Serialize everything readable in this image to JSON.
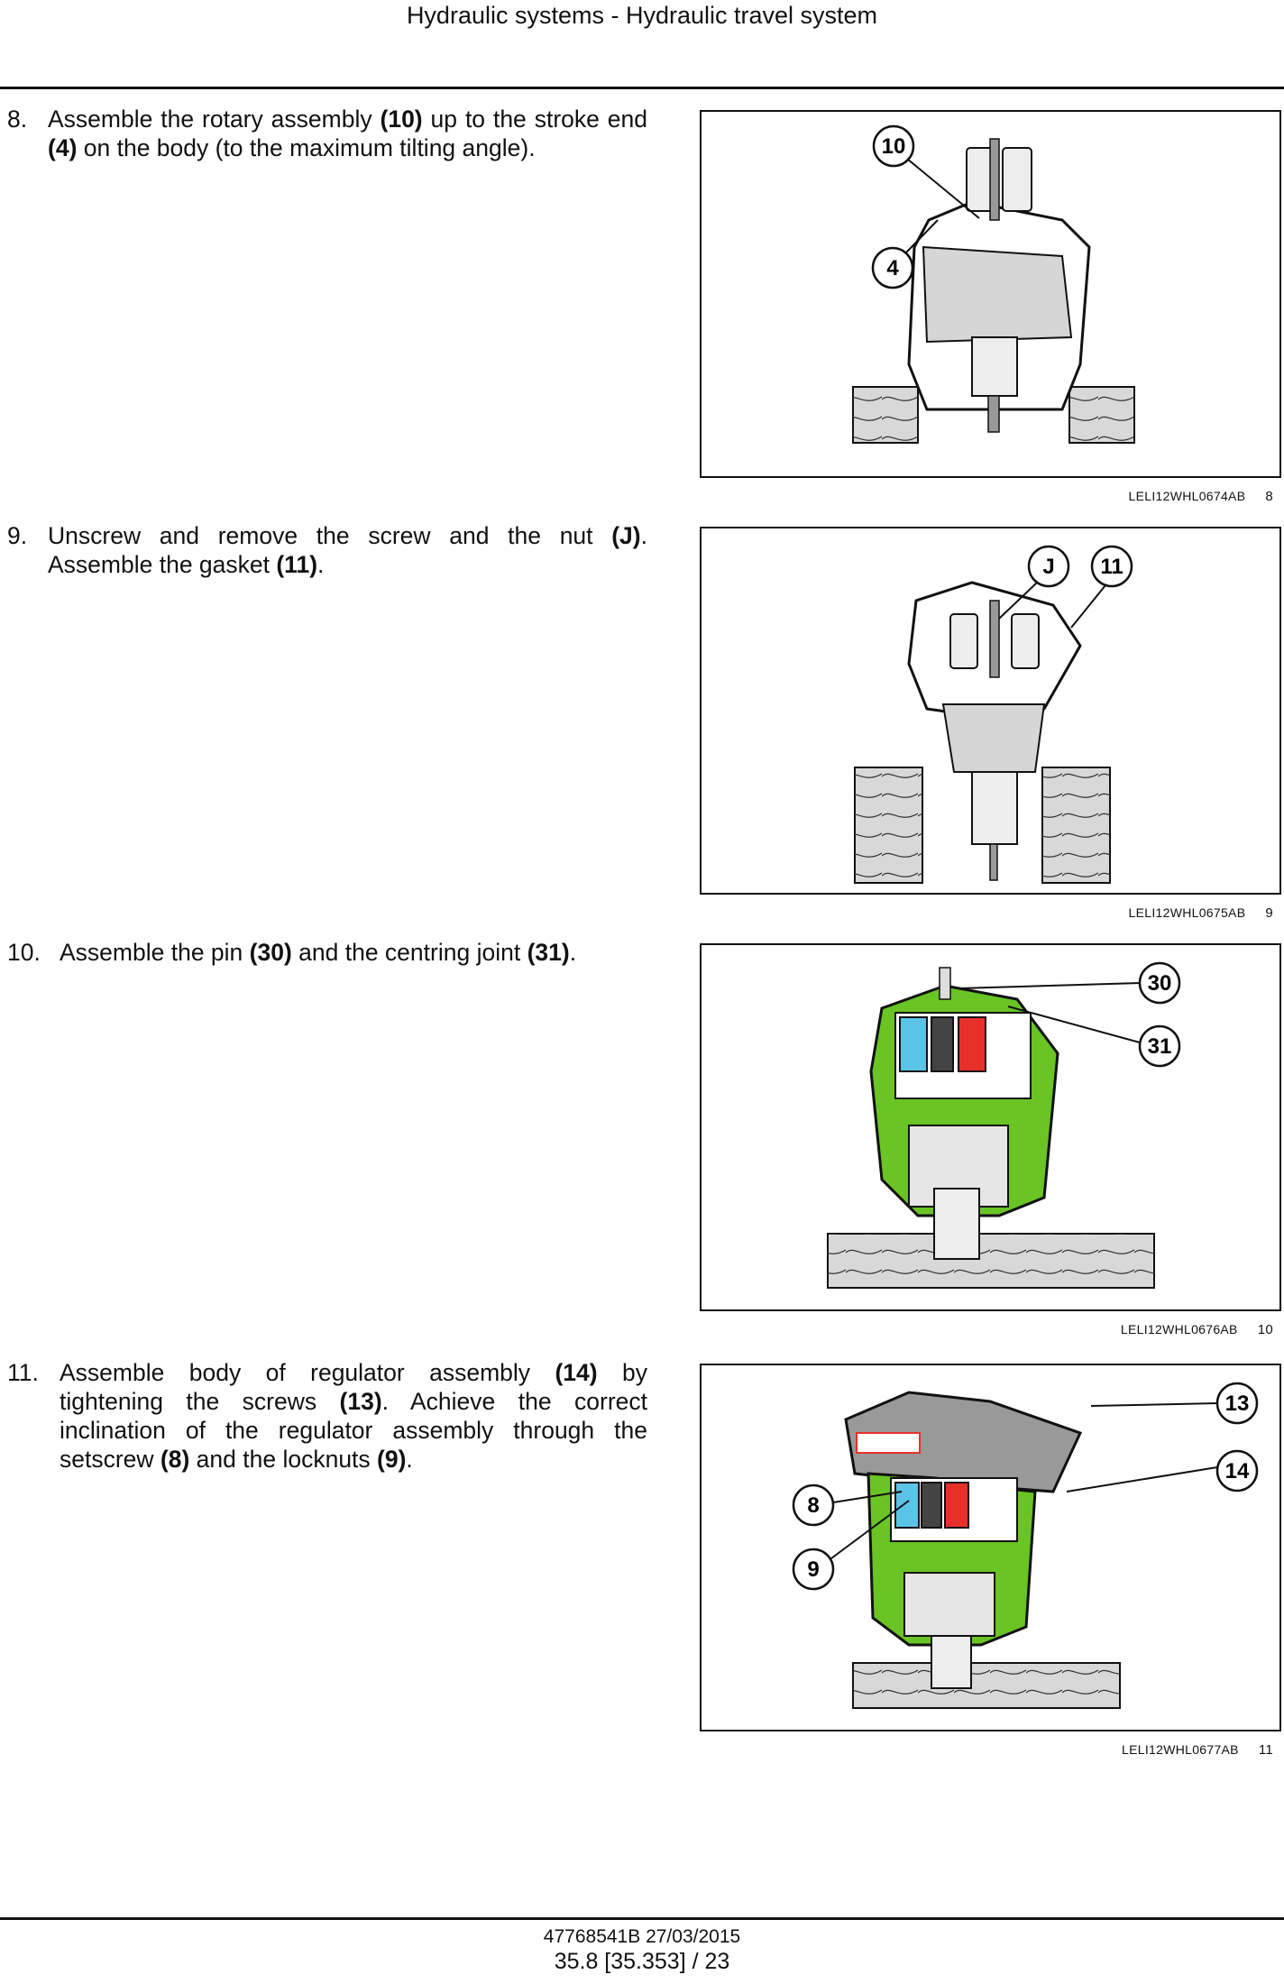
{
  "header": {
    "title": "Hydraulic systems - Hydraulic travel system"
  },
  "steps": [
    {
      "number": "8.",
      "parts": [
        {
          "t": "Assemble the rotary assembly "
        },
        {
          "t": "(10)",
          "b": true
        },
        {
          "t": " up to the stroke end "
        },
        {
          "t": "(4)",
          "b": true
        },
        {
          "t": " on the body (to the maximum tilting angle)."
        }
      ]
    },
    {
      "number": "9.",
      "parts": [
        {
          "t": "Unscrew and remove the screw and the nut "
        },
        {
          "t": "(J)",
          "b": true
        },
        {
          "t": ". Assemble the gasket "
        },
        {
          "t": "(11)",
          "b": true
        },
        {
          "t": "."
        }
      ]
    },
    {
      "number": "10.",
      "parts": [
        {
          "t": "Assemble the pin "
        },
        {
          "t": "(30)",
          "b": true
        },
        {
          "t": " and the centring joint "
        },
        {
          "t": "(31)",
          "b": true
        },
        {
          "t": "."
        }
      ]
    },
    {
      "number": "11.",
      "parts": [
        {
          "t": "Assemble body of regulator assembly "
        },
        {
          "t": "(14)",
          "b": true
        },
        {
          "t": " by tightening the screws "
        },
        {
          "t": "(13)",
          "b": true
        },
        {
          "t": ". Achieve the correct inclination of the regulator assembly through the setscrew "
        },
        {
          "t": "(8)",
          "b": true
        },
        {
          "t": " and the locknuts "
        },
        {
          "t": "(9)",
          "b": true
        },
        {
          "t": "."
        }
      ]
    }
  ],
  "figures": [
    {
      "code": "LELI12WHL0674AB",
      "number": "8",
      "callouts": [
        "10",
        "4"
      ]
    },
    {
      "code": "LELI12WHL0675AB",
      "number": "9",
      "callouts": [
        "J",
        "11"
      ]
    },
    {
      "code": "LELI12WHL0676AB",
      "number": "10",
      "callouts": [
        "30",
        "31"
      ]
    },
    {
      "code": "LELI12WHL0677AB",
      "number": "11",
      "callouts": [
        "13",
        "14",
        "8",
        "9"
      ]
    }
  ],
  "colors": {
    "green": "#69c424",
    "blue": "#5bc4e6",
    "red": "#e8302a",
    "gray": "#b4b4b4",
    "dark": "#555555"
  },
  "footer": {
    "doc_ref": "47768541B 27/03/2015",
    "page": "35.8 [35.353] / 23"
  }
}
